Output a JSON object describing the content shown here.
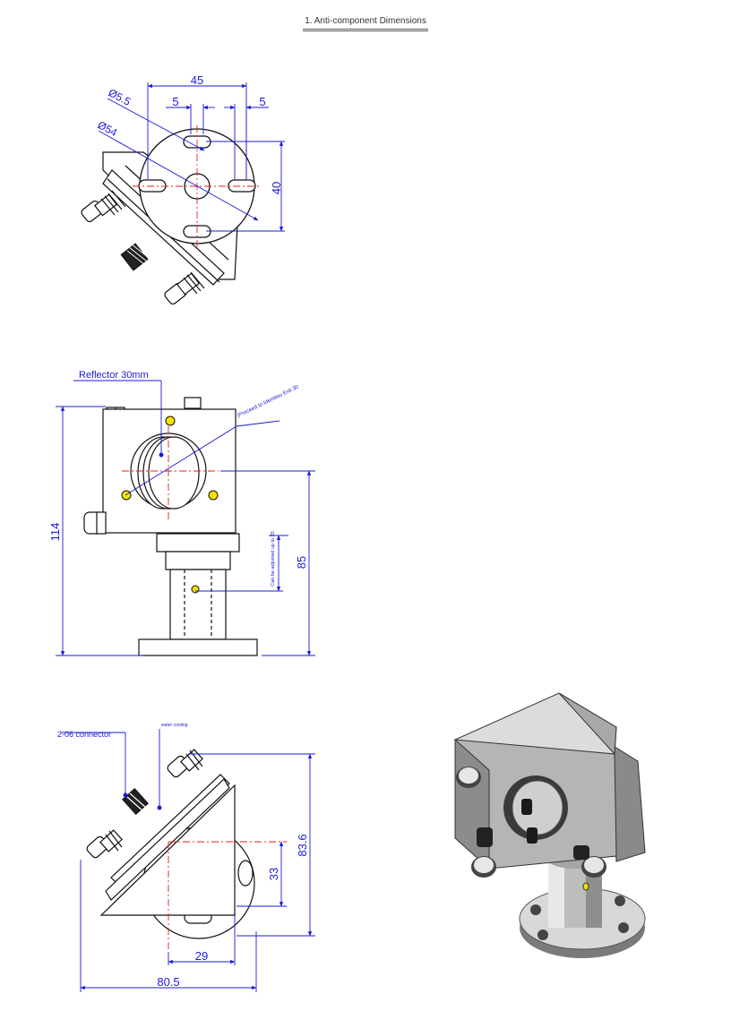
{
  "page": {
    "title": "1. Anti-component Dimensions"
  },
  "colors": {
    "dimension": "#1b1bd6",
    "centerline": "#e02020",
    "outline": "#111111",
    "mounting_hole": "#d8c000"
  },
  "top_view": {
    "dim_width": "45",
    "dim_slot_left": "5",
    "dim_slot_right": "5",
    "dim_height": "40",
    "dim_hole": "Ø5.5",
    "dim_outer": "Ø54"
  },
  "side_view": {
    "reflector_label": "Reflector 30mm",
    "proceed_note": "[Proceed to Idemitsu Exit 30",
    "adjust_note": "Can be adjusted up to 20",
    "dim_total_height": "114",
    "dim_center_height": "85"
  },
  "angle_view": {
    "connector_label": "2-06 connector",
    "cooling_label": "water cooling",
    "dim_height": "83.6",
    "dim_offset_height": "33",
    "dim_offset_width": "29",
    "dim_total_width": "80.5"
  }
}
